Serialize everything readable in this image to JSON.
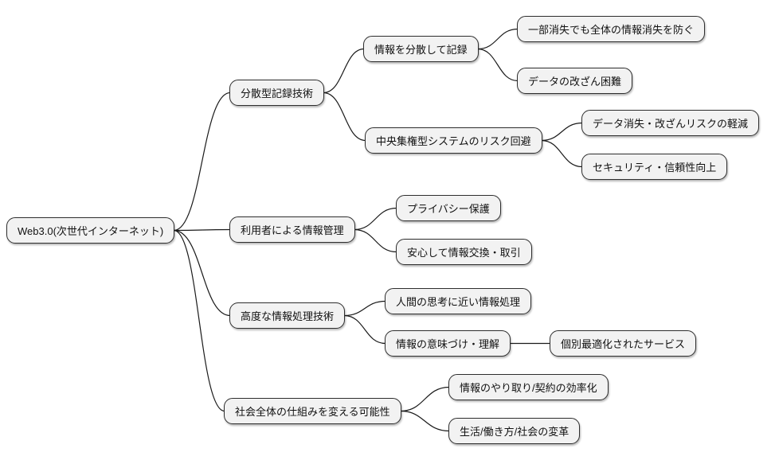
{
  "diagram": {
    "type": "mindmap",
    "topic": "Web3.0",
    "background_color": "#ffffff",
    "node_fill_color": "#f2f2f2",
    "node_border_color": "#2e2e2e",
    "edge_color": "#1a1a1a"
  },
  "nodes": [
    {
      "id": "root",
      "parent": null,
      "label": "Web3.0(次世代インターネット)"
    },
    {
      "id": "n1",
      "parent": "root",
      "label": "分散型記録技術"
    },
    {
      "id": "n1a",
      "parent": "n1",
      "label": "情報を分散して記録"
    },
    {
      "id": "n1a1",
      "parent": "n1a",
      "label": "一部消失でも全体の情報消失を防ぐ"
    },
    {
      "id": "n1a2",
      "parent": "n1a",
      "label": "データの改ざん困難"
    },
    {
      "id": "n1b",
      "parent": "n1",
      "label": "中央集権型システムのリスク回避"
    },
    {
      "id": "n1b1",
      "parent": "n1b",
      "label": "データ消失・改ざんリスクの軽減"
    },
    {
      "id": "n1b2",
      "parent": "n1b",
      "label": "セキュリティ・信頼性向上"
    },
    {
      "id": "n2",
      "parent": "root",
      "label": "利用者による情報管理"
    },
    {
      "id": "n2a",
      "parent": "n2",
      "label": "プライバシー保護"
    },
    {
      "id": "n2b",
      "parent": "n2",
      "label": "安心して情報交換・取引"
    },
    {
      "id": "n3",
      "parent": "root",
      "label": "高度な情報処理技術"
    },
    {
      "id": "n3a",
      "parent": "n3",
      "label": "人間の思考に近い情報処理"
    },
    {
      "id": "n3b",
      "parent": "n3",
      "label": "情報の意味づけ・理解"
    },
    {
      "id": "n3b1",
      "parent": "n3b",
      "label": "個別最適化されたサービス"
    },
    {
      "id": "n4",
      "parent": "root",
      "label": "社会全体の仕組みを変える可能性"
    },
    {
      "id": "n4a",
      "parent": "n4",
      "label": "情報のやり取り/契約の効率化"
    },
    {
      "id": "n4b",
      "parent": "n4",
      "label": "生活/働き方/社会の変革"
    }
  ]
}
